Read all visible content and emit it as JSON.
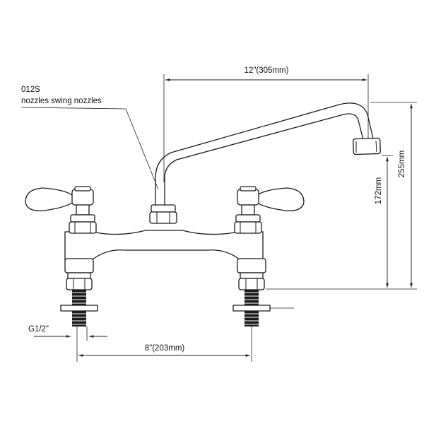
{
  "callout": {
    "model": "012S",
    "description": "nozzles swing nozzles"
  },
  "dimensions": {
    "spout_reach": "12\"(305mm)",
    "overall_height": "255mm",
    "spout_height": "172mm",
    "center_spread": "8\"(203mm)",
    "inlet_thread": "G1/2\""
  },
  "colors": {
    "line": "#1a1a1a",
    "background": "#ffffff"
  }
}
